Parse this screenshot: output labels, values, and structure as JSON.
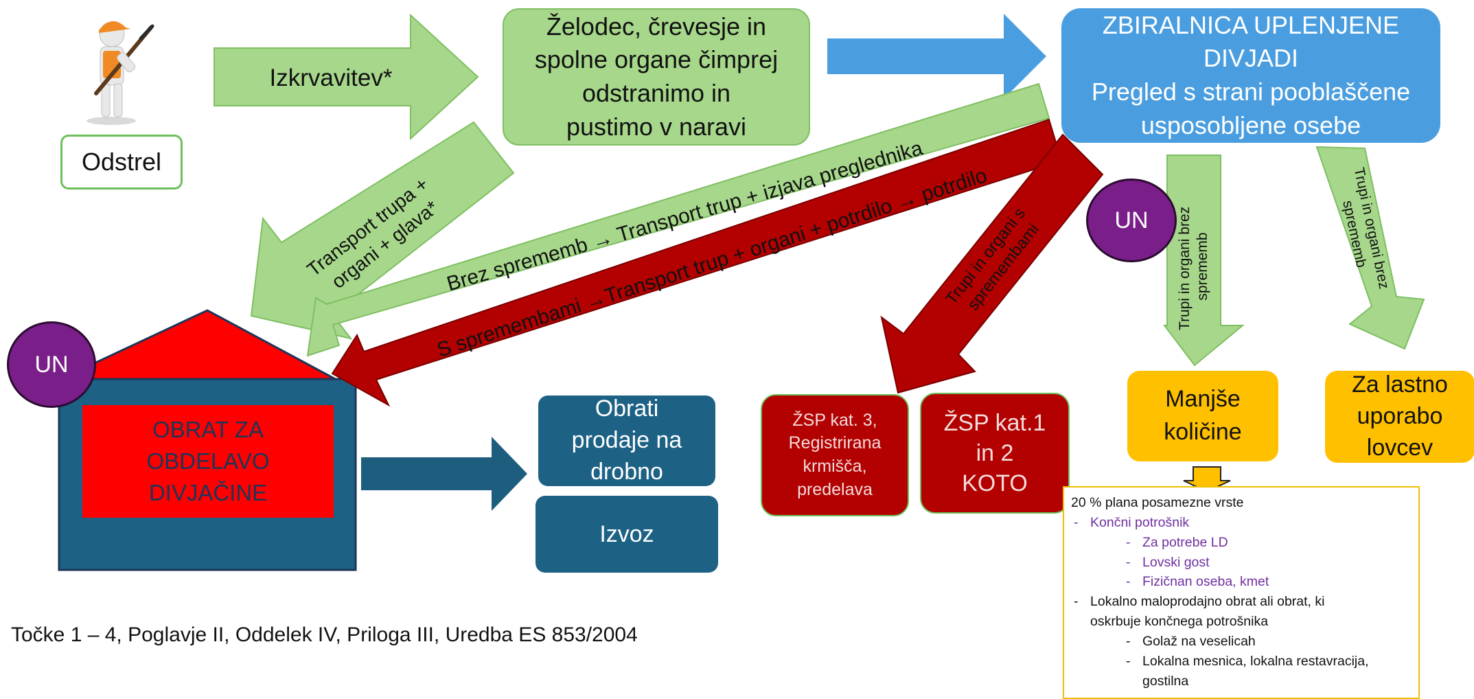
{
  "nodes": {
    "odstrel": "Odstrel",
    "zelodec": "Želodec, črevesje in\nspolne organe čimprej\nodstranimo in\npustimo v naravi",
    "zbiralnica": "ZBIRALNICA UPLENJENE\nDIVJADI\nPregled s strani pooblaščene\nusposobljene osebe",
    "obrat": "OBRAT ZA\nOBDELAVO\nDIVJAČINE",
    "prodaja": "Obrati\nprodaje na\ndrobno",
    "izvoz": "Izvoz",
    "zsp3": "ŽSP kat. 3,\nRegistrirana\nkrmišča,\npredelava",
    "zsp12": "ŽSP kat.1\nin 2\nKOTO",
    "manjse": "Manjše\nkoličine",
    "lastno": "Za lastno\nuporabo\nlovcev",
    "un": "UN"
  },
  "arrows": {
    "izkrvavitev": "Izkrvavitev*",
    "transport_trupa_line1": "Transport  trupa +",
    "transport_trupa_line2": "organi + glava*",
    "brez_sprememb": "Brez sprememb → Transport  trup + izjava preglednika",
    "s_spremembami": "S spremembami →Transport  trup + organi + potrdilo → potrdilo",
    "trupi_s_spremembami_line1": "Trupi in organi s",
    "trupi_s_spremembami_line2": "spremembami",
    "trupi_brez_mid_line1": "Trupi in organi brez",
    "trupi_brez_mid_line2": "sprememb",
    "trupi_brez_right_line1": "Trupi in organi brez",
    "trupi_brez_right_line2": "sprememb"
  },
  "note": {
    "heading": "20 % plana posamezne vrste",
    "dash": "-",
    "item1": "Končni potrošnik",
    "item1_sub": [
      "Za potrebe LD",
      "Lovski gost",
      "Fizičnan oseba, kmet"
    ],
    "item2_line1": "Lokalno maloprodajno obrat ali  obrat, ki",
    "item2_line2": "oskrbuje končnega potrošnika",
    "item2_sub1": "Golaž na veselicah",
    "item2_sub2_line1": "Lokalna mesnica, lokalna restavracija,",
    "item2_sub2_line2": "gostilna"
  },
  "citation": "Točke 1 – 4, Poglavje II, Oddelek IV, Priloga III, Uredba ES 853/2004",
  "colors": {
    "green_arrow": "#a6d78b",
    "blue_arrow": "#4a9ee0",
    "dark_blue_arrow": "#1d5e7e",
    "red_arrow": "#b30000",
    "building_roof": "#ff0000",
    "building_body": "#1d6185",
    "un_circle": "#7a1f8a",
    "box_yellow": "#ffc000",
    "note_purple": "#7030a0"
  },
  "icons": [
    "hunter-figure-icon"
  ]
}
